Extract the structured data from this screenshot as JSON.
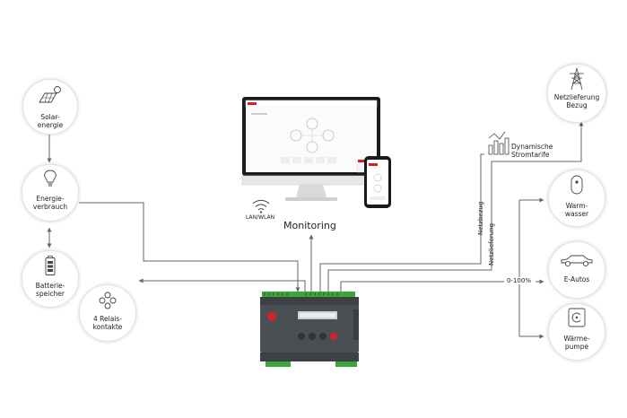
{
  "colors": {
    "line": "#666666",
    "device_body": "#4a4f54",
    "device_green": "#3aa63a",
    "accent_red": "#d2232a"
  },
  "nodes": {
    "solar": {
      "line1": "Solar-",
      "line2": "energie",
      "icon": "solar-panel-icon"
    },
    "consumption": {
      "line1": "Energie-",
      "line2": "verbrauch",
      "icon": "lightbulb-icon"
    },
    "battery": {
      "line1": "Batterie-",
      "line2": "speicher",
      "icon": "battery-icon"
    },
    "relays": {
      "line1": "4 Relais-",
      "line2": "kontakte",
      "icon": "relay-dots-icon"
    },
    "grid": {
      "line1": "Netzlieferung",
      "line2": "Bezug",
      "icon": "power-tower-icon"
    },
    "tariffs": {
      "line1": "Dynamische",
      "line2": "Stromtarife",
      "icon": "tariff-chart-icon"
    },
    "water": {
      "line1": "Warm-",
      "line2": "wasser",
      "icon": "water-heater-icon"
    },
    "cars": {
      "line1": "E-Autos",
      "icon": "car-icon"
    },
    "heatpump": {
      "line1": "Wärme-",
      "line2": "pumpe",
      "icon": "heat-pump-icon"
    }
  },
  "labels": {
    "monitoring": "Monitoring",
    "lan_wlan": "LAN/WLAN",
    "netzbezug": "Netzbezug",
    "netzlieferung": "Netzlieferung",
    "percent_range": "0-100%"
  }
}
